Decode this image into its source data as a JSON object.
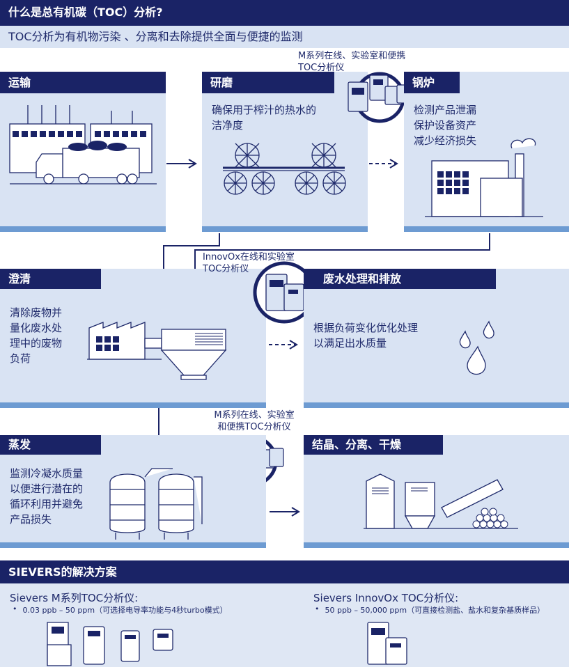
{
  "title": "什么是总有机碳（TOC）分析?",
  "subtitle": "TOC分析为有机物污染 、分离和去除提供全面与便捷的监测",
  "stages": {
    "transport": {
      "label": "运输"
    },
    "grinding": {
      "label": "研磨",
      "text": [
        "确保用于榨汁的热水的",
        "洁净度"
      ]
    },
    "boiler": {
      "label": "锅炉",
      "text": [
        "检测产品泄漏",
        "保护设备资产",
        "减少经济损失"
      ]
    },
    "clarification": {
      "label": "澄清",
      "text": [
        "清除废物并",
        "量化废水处",
        "理中的废物",
        "负荷"
      ]
    },
    "wastewater": {
      "label": "废水处理和排放",
      "text": [
        "根据负荷变化优化处理",
        "以满足出水质量"
      ]
    },
    "evaporation": {
      "label": "蒸发",
      "text": [
        "监测冷凝水质量",
        "以便进行潜在的",
        "循环利用并避免",
        "产品损失"
      ]
    },
    "crystallization": {
      "label": "结晶、分离、干燥"
    }
  },
  "instruments": {
    "m_series_top": [
      "M系列在线、实验室和便携",
      "TOC分析仪"
    ],
    "innovox_mid": [
      "InnovOx在线和实验室",
      "TOC分析仪"
    ],
    "m_series_mid": [
      "M系列在线、实验室",
      "和便携TOC分析仪"
    ]
  },
  "solutions": {
    "header": "SIEVERS的解决方案",
    "m_series": {
      "title": "Sievers M系列TOC分析仪:",
      "bullet": "0.03 ppb – 50 ppm（可选择电导率功能与4秒turbo模式）"
    },
    "innovox": {
      "title": "Sievers InnovOx TOC分析仪:",
      "bullet": "50 ppb – 50,000 ppm（可直接检测盐、盐水和复杂基质样品）"
    }
  },
  "colors": {
    "navy": "#1a2366",
    "panel": "#d9e3f3",
    "accent": "#6d9bd2"
  }
}
